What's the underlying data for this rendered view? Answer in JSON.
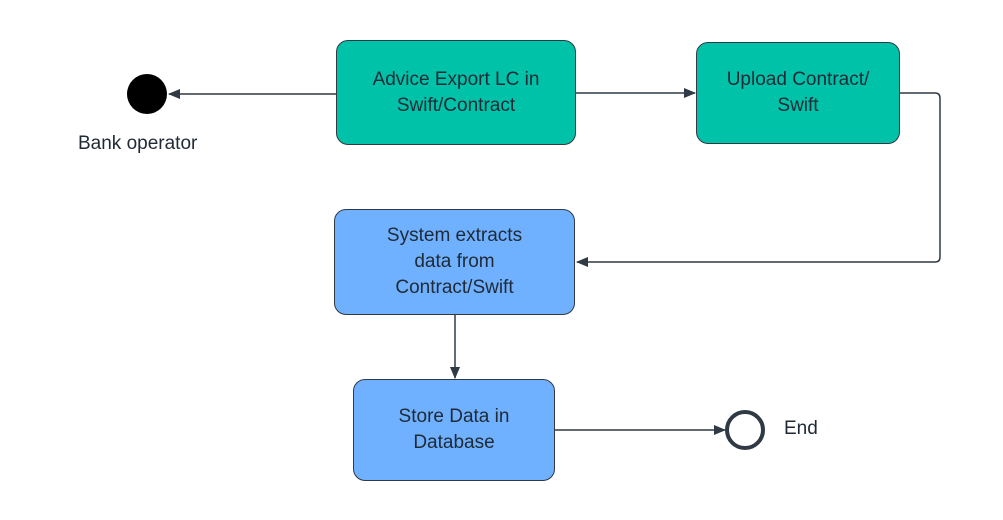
{
  "diagram": {
    "colors": {
      "process_primary": "#00c2a8",
      "process_secondary": "#6fb0ff",
      "stroke": "#2f3a45",
      "text": "#1f2a36"
    },
    "start": {
      "label": "Bank operator"
    },
    "end": {
      "label": "End"
    },
    "nodes": [
      {
        "id": "advice",
        "text": "Advice Export LC in\nSwift/Contract"
      },
      {
        "id": "upload",
        "text": "Upload Contract/\nSwift"
      },
      {
        "id": "extract",
        "text": "System extracts\ndata from\nContract/Swift"
      },
      {
        "id": "store",
        "text": "Store Data in\nDatabase"
      }
    ],
    "edges": [
      {
        "from": "advice",
        "to": "start"
      },
      {
        "from": "advice",
        "to": "upload"
      },
      {
        "from": "upload",
        "to": "extract"
      },
      {
        "from": "extract",
        "to": "store"
      },
      {
        "from": "store",
        "to": "end"
      }
    ]
  }
}
